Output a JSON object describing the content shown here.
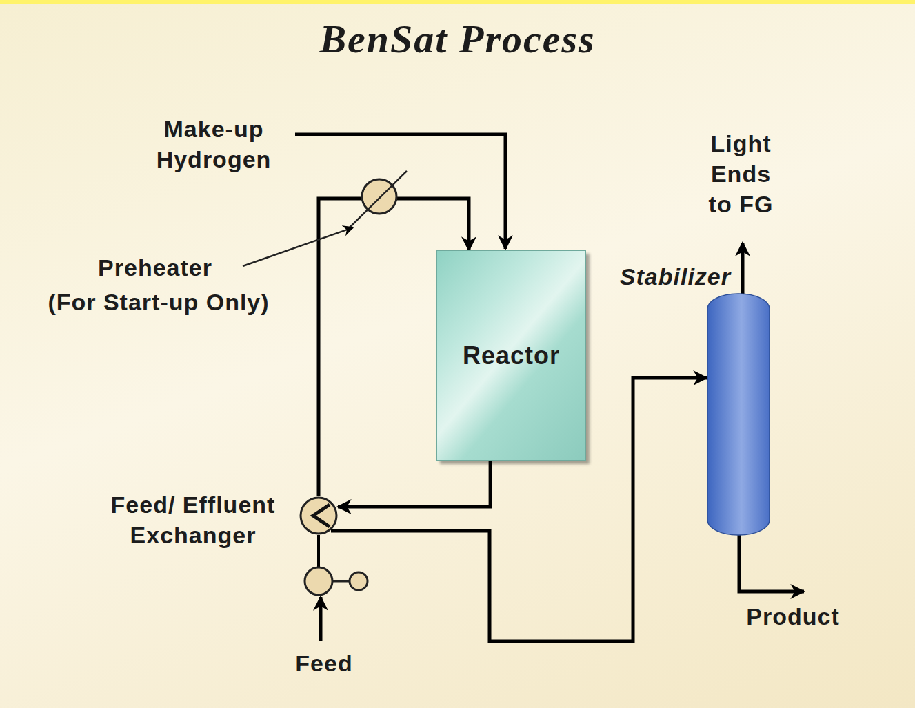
{
  "diagram": {
    "title": "BenSat Process",
    "nodes": [
      {
        "text": [
          "Reactor"
        ]
      },
      {
        "text": [
          "Feed/ Effluent Exchanger"
        ]
      },
      {
        "text": [
          "Stabilizer"
        ]
      }
    ],
    "edges": [
      {
        "from": 1,
        "to": 0,
        "arrow": "to"
      },
      {
        "from": 0,
        "to": 1,
        "arrow": "to"
      },
      {
        "from": 1,
        "to": 2,
        "arrow": "to"
      }
    ],
    "labels": [
      "Make-up Hydrogen",
      "Preheater",
      "(For Start-up Only)",
      "Light Ends to FG",
      "Product",
      "Feed"
    ]
  }
}
